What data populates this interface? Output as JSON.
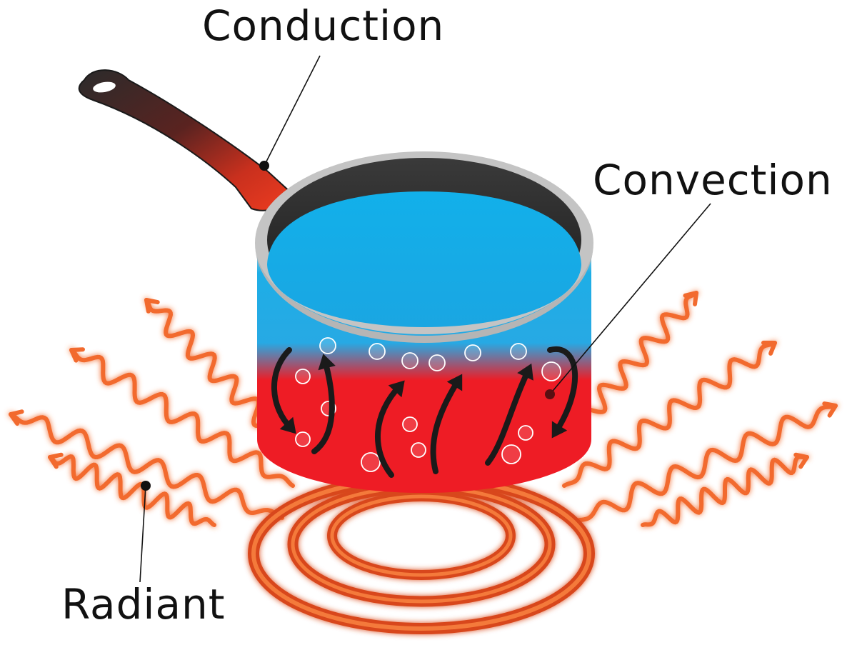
{
  "labels": {
    "conduction": "Conduction",
    "convection": "Convection",
    "radiant": "Radiant"
  },
  "colors": {
    "water": "#13aee8",
    "pot_hot": "#ee1c25",
    "rim": "#c8c8c8",
    "pot_interior": "#2a2a2a",
    "coil": "#e8531f",
    "wave": "#f26a2e",
    "arrow": "#1a1a1a",
    "handle_hot": "#e63b1f",
    "handle_cool": "#2b2b2b"
  },
  "icons": {
    "radiant_waves": "wavy-arrow-icon",
    "convection_currents": "curved-arrow-icon",
    "bubbles": "bubble-icon",
    "burner": "coil-burner-icon"
  }
}
